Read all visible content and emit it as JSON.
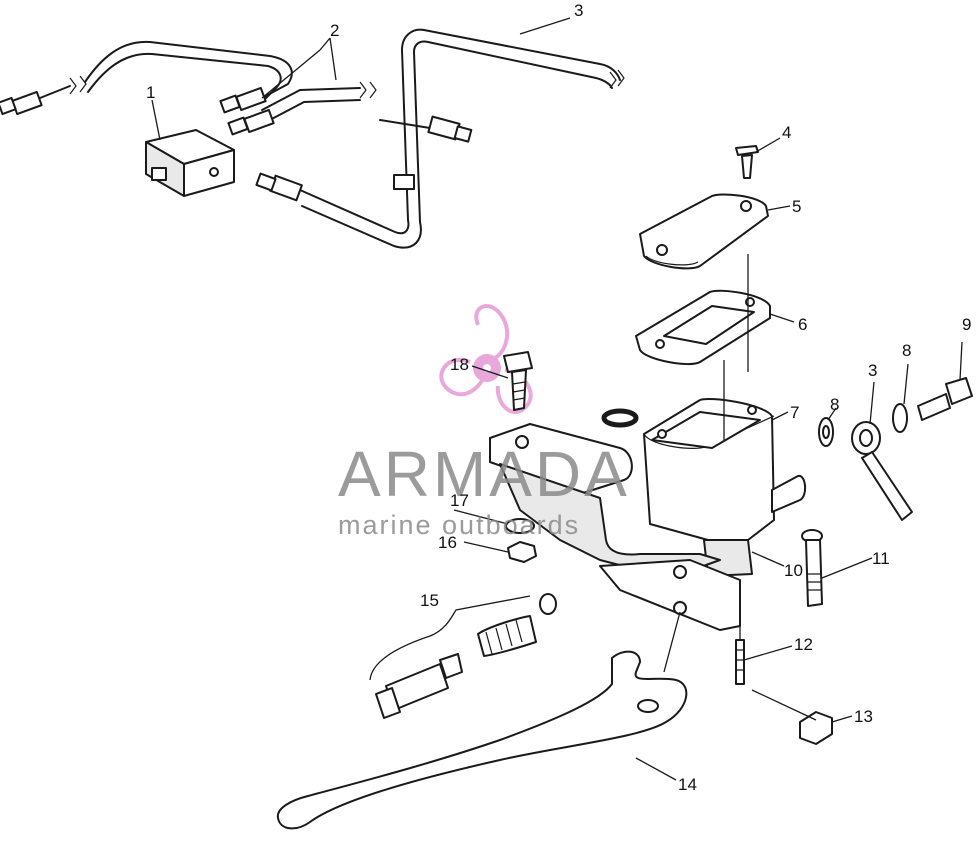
{
  "diagram": {
    "callouts": [
      {
        "id": "c1",
        "label": "1"
      },
      {
        "id": "c2",
        "label": "2"
      },
      {
        "id": "c3a",
        "label": "3"
      },
      {
        "id": "c3b",
        "label": "3"
      },
      {
        "id": "c4",
        "label": "4"
      },
      {
        "id": "c5",
        "label": "5"
      },
      {
        "id": "c6",
        "label": "6"
      },
      {
        "id": "c7",
        "label": "7"
      },
      {
        "id": "c8a",
        "label": "8"
      },
      {
        "id": "c8b",
        "label": "8"
      },
      {
        "id": "c9",
        "label": "9"
      },
      {
        "id": "c10",
        "label": "10"
      },
      {
        "id": "c11",
        "label": "11"
      },
      {
        "id": "c12",
        "label": "12"
      },
      {
        "id": "c13",
        "label": "13"
      },
      {
        "id": "c14",
        "label": "14"
      },
      {
        "id": "c15",
        "label": "15"
      },
      {
        "id": "c16",
        "label": "16"
      },
      {
        "id": "c17",
        "label": "17"
      },
      {
        "id": "c18",
        "label": "18"
      }
    ]
  },
  "watermark": {
    "brand": "ARMADA",
    "tagline": "marine outboards",
    "color_logo": "#e59ad6",
    "color_text": "#8a8a8a"
  }
}
